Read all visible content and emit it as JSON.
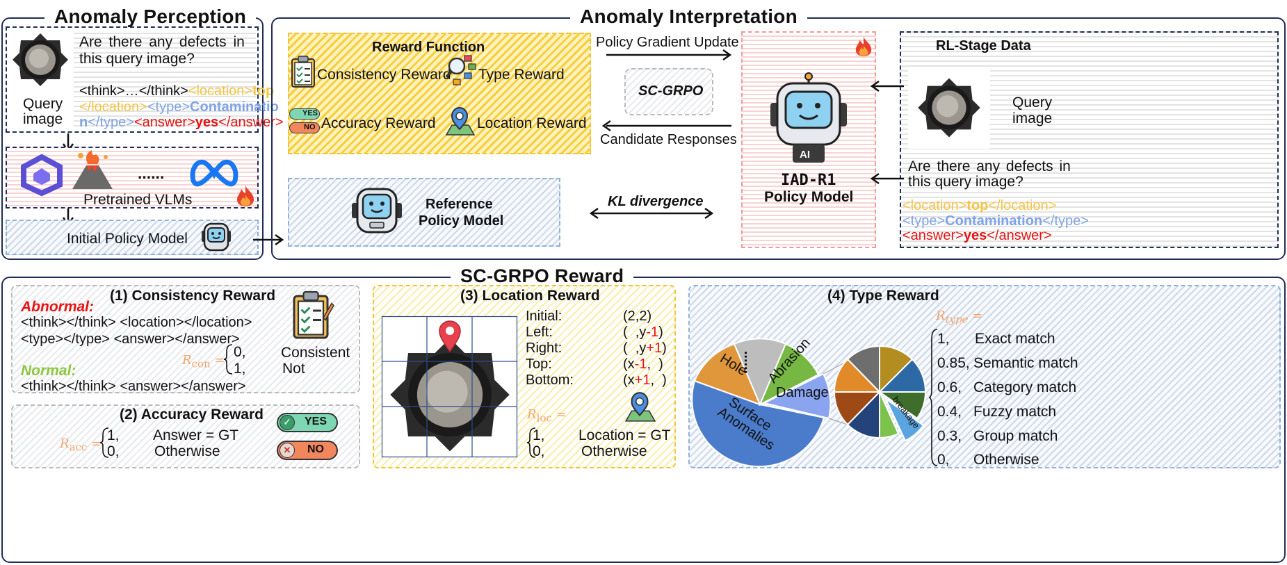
{
  "perception": {
    "title": "Anomaly Perception",
    "question_l1": "Are there any defects in",
    "question_l2": "this query image?",
    "query_label_1": "Query",
    "query_label_2": "image",
    "resp_think": "<think>…</think>",
    "resp_loc_open": "<location>",
    "resp_loc_val": "top",
    "resp_loc_close": "</location>",
    "resp_type_open": "<type>",
    "resp_type_val_1": "Contaminatio",
    "resp_type_val_2": "n",
    "resp_type_close": "</type>",
    "resp_ans_open": "<answer>",
    "resp_ans_val": "yes",
    "resp_ans_close": "</answer>",
    "dots": "......",
    "vlms_label": "Pretrained VLMs",
    "initial_policy_label": "Initial Policy Model"
  },
  "interpretation": {
    "title": "Anomaly Interpretation",
    "reward_function_title": "Reward Function",
    "consistency_reward": "Consistency Reward",
    "type_reward": "Type Reward",
    "accuracy_reward": "Accuracy Reward",
    "location_reward": "Location Reward",
    "yes_badge": "YES",
    "no_badge": "NO",
    "policy_gradient": "Policy Gradient Update",
    "sc_grpo": "SC-GRPO",
    "candidate_responses": "Candidate Responses",
    "kl_divergence": "KL divergence",
    "reference_l1": "Reference",
    "reference_l2": "Policy Model",
    "policy_l1": "IAD-R1",
    "policy_l2": "Policy Model",
    "robot_chip": "AI",
    "rl_data_title": "RL-Stage Data",
    "rl_query_1": "Query",
    "rl_query_2": "image",
    "rl_question_1": "Are there any defects in",
    "rl_question_2": "this query image?",
    "rl_loc_open": "<location>",
    "rl_loc_val": "top",
    "rl_loc_close": "</location>",
    "rl_type_open": "<type>",
    "rl_type_val": "Contamination",
    "rl_type_close": "</type>",
    "rl_ans_open": "<answer>",
    "rl_ans_val": "yes",
    "rl_ans_close": "</answer>"
  },
  "scgrpo": {
    "title": "SC-GRPO Reward",
    "consistency": {
      "title": "(1) Consistency Reward",
      "abnormal_label": "Abnormal:",
      "abnormal_l1": "<think></think> <location></location>",
      "abnormal_l2": "<type></type> <answer></answer>",
      "normal_label": "Normal:",
      "normal_l1": "<think></think> <answer></answer>",
      "r_symbol": "R",
      "r_sub": "con",
      "eq": "=",
      "case1": "0,",
      "case2": "1,",
      "consistent": "Consistent",
      "not": "Not"
    },
    "accuracy": {
      "title": "(2) Accuracy Reward",
      "r_symbol": "R",
      "r_sub": "acc",
      "eq": "=",
      "case1_val": "1,",
      "case1_cond": "Answer = GT",
      "case2_val": "0,",
      "case2_cond": "Otherwise",
      "yes_badge": "YES",
      "no_badge": "NO"
    },
    "location": {
      "title": "(3) Location Reward",
      "rows": [
        {
          "label": "Initial:",
          "pre": "(2,2)",
          "mark": "",
          "post": ""
        },
        {
          "label": "Left:",
          "pre": "(  ,y",
          "mark": "-1",
          "post": ")"
        },
        {
          "label": "Right:",
          "pre": "(  ,y",
          "mark": "+1",
          "post": ")"
        },
        {
          "label": "Top:",
          "pre": "(x",
          "mark": "-1",
          "post": ",  )"
        },
        {
          "label": "Bottom:",
          "pre": "(x",
          "mark": "+1",
          "post": ",  )"
        }
      ],
      "r_symbol": "R",
      "r_sub": "loc",
      "eq": "=",
      "case1_val": "1,",
      "case1_cond": "Location = GT",
      "case2_val": "0,",
      "case2_cond": "Otherwise"
    },
    "type": {
      "title": "(4) Type Reward",
      "r_symbol": "R",
      "r_sub": "type",
      "eq": "=",
      "cases": [
        {
          "val": "1,",
          "cond": "Exact match"
        },
        {
          "val": "0.85,",
          "cond": "Semantic match"
        },
        {
          "val": "0.6,",
          "cond": "Category match"
        },
        {
          "val": "0.4,",
          "cond": "Fuzzy match"
        },
        {
          "val": "0.3,",
          "cond": "Group match"
        },
        {
          "val": "0,",
          "cond": "Otherwise"
        }
      ],
      "pie_labels": {
        "hole": "Hole",
        "abrasion": "Abrasion",
        "dots": "......",
        "damage": "Damage",
        "surface_1": "Surface",
        "surface_2": "Anomalies",
        "breakage": "breakage"
      }
    }
  }
}
